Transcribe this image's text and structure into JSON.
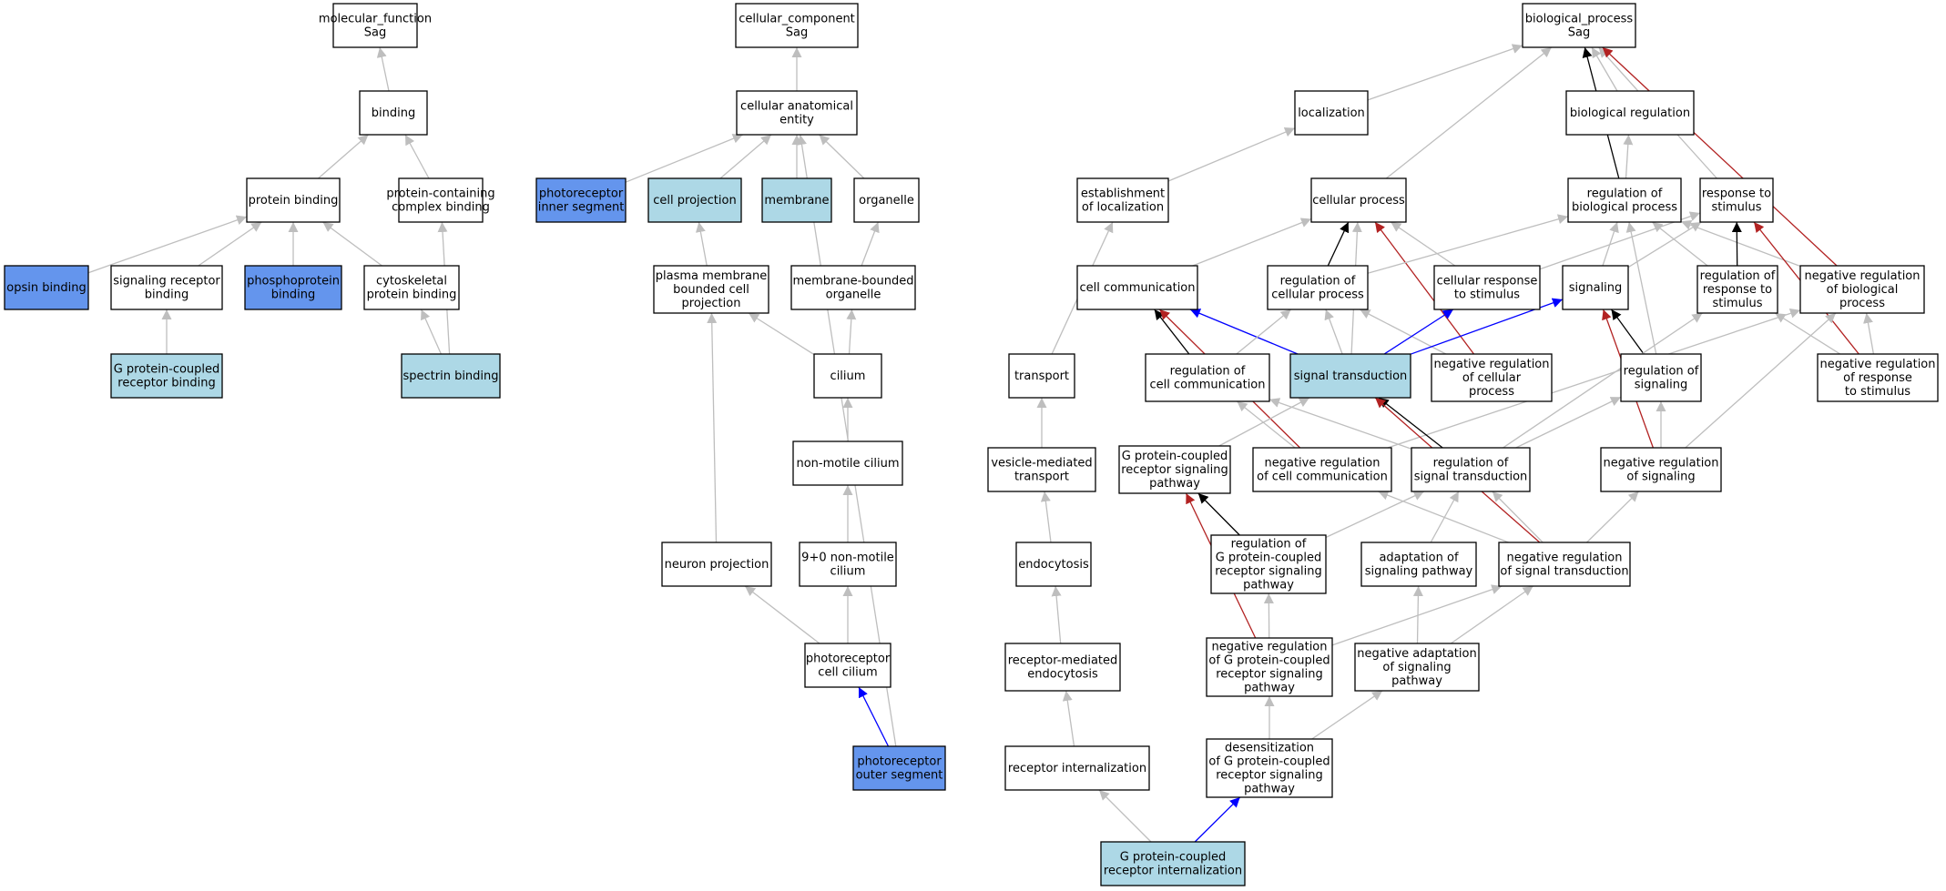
{
  "colors": {
    "plain": "#ffffff",
    "light": "#add8e6",
    "dark": "#6495ed",
    "edge_gray": "#bebebe",
    "edge_black": "#000000",
    "edge_blue": "#0000ff",
    "edge_red": "#b22222"
  },
  "nodes": [
    {
      "id": "molecular_function",
      "lines": [
        "molecular_function",
        "Sag"
      ],
      "fill": "plain"
    },
    {
      "id": "binding",
      "lines": [
        "binding"
      ],
      "fill": "plain"
    },
    {
      "id": "protein_binding",
      "lines": [
        "protein binding"
      ],
      "fill": "plain"
    },
    {
      "id": "protein_containing",
      "lines": [
        "protein-containing",
        "complex binding"
      ],
      "fill": "plain"
    },
    {
      "id": "opsin_binding",
      "lines": [
        "opsin binding"
      ],
      "fill": "dark"
    },
    {
      "id": "signaling_receptor_binding",
      "lines": [
        "signaling receptor",
        "binding"
      ],
      "fill": "plain"
    },
    {
      "id": "phosphoprotein_binding",
      "lines": [
        "phosphoprotein",
        "binding"
      ],
      "fill": "dark"
    },
    {
      "id": "cytoskeletal",
      "lines": [
        "cytoskeletal",
        "protein binding"
      ],
      "fill": "plain"
    },
    {
      "id": "gpcr_binding",
      "lines": [
        "G protein-coupled",
        "receptor binding"
      ],
      "fill": "light"
    },
    {
      "id": "spectrin_binding",
      "lines": [
        "spectrin binding"
      ],
      "fill": "light"
    },
    {
      "id": "cellular_component",
      "lines": [
        "cellular_component",
        "Sag"
      ],
      "fill": "plain"
    },
    {
      "id": "cellular_anatomical",
      "lines": [
        "cellular anatomical",
        "entity"
      ],
      "fill": "plain"
    },
    {
      "id": "photoreceptor_inner",
      "lines": [
        "photoreceptor",
        "inner segment"
      ],
      "fill": "dark"
    },
    {
      "id": "cell_projection",
      "lines": [
        "cell projection"
      ],
      "fill": "light"
    },
    {
      "id": "membrane",
      "lines": [
        "membrane"
      ],
      "fill": "light"
    },
    {
      "id": "organelle",
      "lines": [
        "organelle"
      ],
      "fill": "plain"
    },
    {
      "id": "plasma_membrane_proj",
      "lines": [
        "plasma membrane",
        "bounded cell",
        "projection"
      ],
      "fill": "plain"
    },
    {
      "id": "membrane_bounded",
      "lines": [
        "membrane-bounded",
        "organelle"
      ],
      "fill": "plain"
    },
    {
      "id": "cilium",
      "lines": [
        "cilium"
      ],
      "fill": "plain"
    },
    {
      "id": "non_motile_cilium",
      "lines": [
        "non-motile cilium"
      ],
      "fill": "plain"
    },
    {
      "id": "neuron_projection",
      "lines": [
        "neuron projection"
      ],
      "fill": "plain"
    },
    {
      "id": "nine_zero_cilium",
      "lines": [
        "9+0 non-motile",
        "cilium"
      ],
      "fill": "plain"
    },
    {
      "id": "photoreceptor_cilium",
      "lines": [
        "photoreceptor",
        "cell cilium"
      ],
      "fill": "plain"
    },
    {
      "id": "photoreceptor_outer",
      "lines": [
        "photoreceptor",
        "outer segment"
      ],
      "fill": "dark"
    },
    {
      "id": "biological_process",
      "lines": [
        "biological_process",
        "Sag"
      ],
      "fill": "plain"
    },
    {
      "id": "localization",
      "lines": [
        "localization"
      ],
      "fill": "plain"
    },
    {
      "id": "biological_regulation",
      "lines": [
        "biological regulation"
      ],
      "fill": "plain"
    },
    {
      "id": "establishment_localization",
      "lines": [
        "establishment",
        "of localization"
      ],
      "fill": "plain"
    },
    {
      "id": "cellular_process",
      "lines": [
        "cellular process"
      ],
      "fill": "plain"
    },
    {
      "id": "regulation_biological_process",
      "lines": [
        "regulation of",
        "biological process"
      ],
      "fill": "plain"
    },
    {
      "id": "response_to_stimulus",
      "lines": [
        "response to",
        "stimulus"
      ],
      "fill": "plain"
    },
    {
      "id": "cell_communication",
      "lines": [
        "cell communication"
      ],
      "fill": "plain"
    },
    {
      "id": "regulation_cellular_process",
      "lines": [
        "regulation of",
        "cellular process"
      ],
      "fill": "plain"
    },
    {
      "id": "cellular_response_stimulus",
      "lines": [
        "cellular response",
        "to stimulus"
      ],
      "fill": "plain"
    },
    {
      "id": "signaling",
      "lines": [
        "signaling"
      ],
      "fill": "plain"
    },
    {
      "id": "regulation_response_stimulus",
      "lines": [
        "regulation of",
        "response to",
        "stimulus"
      ],
      "fill": "plain"
    },
    {
      "id": "neg_reg_biological_process",
      "lines": [
        "negative regulation",
        "of biological",
        "process"
      ],
      "fill": "plain"
    },
    {
      "id": "transport",
      "lines": [
        "transport"
      ],
      "fill": "plain"
    },
    {
      "id": "regulation_cell_communication",
      "lines": [
        "regulation of",
        "cell communication"
      ],
      "fill": "plain"
    },
    {
      "id": "signal_transduction",
      "lines": [
        "signal transduction"
      ],
      "fill": "light"
    },
    {
      "id": "neg_reg_cellular_process",
      "lines": [
        "negative regulation",
        "of cellular",
        "process"
      ],
      "fill": "plain"
    },
    {
      "id": "regulation_signaling",
      "lines": [
        "regulation of",
        "signaling"
      ],
      "fill": "plain"
    },
    {
      "id": "neg_reg_response_stimulus",
      "lines": [
        "negative regulation",
        "of response",
        "to stimulus"
      ],
      "fill": "plain"
    },
    {
      "id": "vesicle_mediated",
      "lines": [
        "vesicle-mediated",
        "transport"
      ],
      "fill": "plain"
    },
    {
      "id": "gpcr_pathway",
      "lines": [
        "G protein-coupled",
        "receptor signaling",
        "pathway"
      ],
      "fill": "plain"
    },
    {
      "id": "neg_reg_cell_communication",
      "lines": [
        "negative regulation",
        "of cell communication"
      ],
      "fill": "plain"
    },
    {
      "id": "regulation_signal_transduction",
      "lines": [
        "regulation of",
        "signal transduction"
      ],
      "fill": "plain"
    },
    {
      "id": "neg_reg_signaling",
      "lines": [
        "negative regulation",
        "of signaling"
      ],
      "fill": "plain"
    },
    {
      "id": "endocytosis",
      "lines": [
        "endocytosis"
      ],
      "fill": "plain"
    },
    {
      "id": "reg_gpcr_pathway",
      "lines": [
        "regulation of",
        "G protein-coupled",
        "receptor signaling",
        "pathway"
      ],
      "fill": "plain"
    },
    {
      "id": "adaptation_signaling",
      "lines": [
        "adaptation of",
        "signaling pathway"
      ],
      "fill": "plain"
    },
    {
      "id": "neg_reg_signal_transduction",
      "lines": [
        "negative regulation",
        "of signal transduction"
      ],
      "fill": "plain"
    },
    {
      "id": "receptor_mediated_endocytosis",
      "lines": [
        "receptor-mediated",
        "endocytosis"
      ],
      "fill": "plain"
    },
    {
      "id": "neg_reg_gpcr_pathway",
      "lines": [
        "negative regulation",
        "of G protein-coupled",
        "receptor signaling",
        "pathway"
      ],
      "fill": "plain"
    },
    {
      "id": "neg_adaptation_signaling",
      "lines": [
        "negative adaptation",
        "of signaling",
        "pathway"
      ],
      "fill": "plain"
    },
    {
      "id": "receptor_internalization",
      "lines": [
        "receptor internalization"
      ],
      "fill": "plain"
    },
    {
      "id": "desensitization_gpcr",
      "lines": [
        "desensitization",
        "of G protein-coupled",
        "receptor signaling",
        "pathway"
      ],
      "fill": "plain"
    },
    {
      "id": "gpcr_internalization",
      "lines": [
        "G protein-coupled",
        "receptor internalization"
      ],
      "fill": "light"
    }
  ],
  "edges": [
    {
      "from": "binding",
      "to": "molecular_function",
      "kind": "gray"
    },
    {
      "from": "protein_binding",
      "to": "binding",
      "kind": "gray"
    },
    {
      "from": "protein_containing",
      "to": "binding",
      "kind": "gray"
    },
    {
      "from": "opsin_binding",
      "to": "protein_binding",
      "kind": "gray"
    },
    {
      "from": "signaling_receptor_binding",
      "to": "protein_binding",
      "kind": "gray"
    },
    {
      "from": "phosphoprotein_binding",
      "to": "protein_binding",
      "kind": "gray"
    },
    {
      "from": "cytoskeletal",
      "to": "protein_binding",
      "kind": "gray"
    },
    {
      "from": "gpcr_binding",
      "to": "signaling_receptor_binding",
      "kind": "gray"
    },
    {
      "from": "spectrin_binding",
      "to": "cytoskeletal",
      "kind": "gray"
    },
    {
      "from": "spectrin_binding",
      "to": "protein_containing",
      "kind": "gray"
    },
    {
      "from": "cellular_anatomical",
      "to": "cellular_component",
      "kind": "gray"
    },
    {
      "from": "photoreceptor_inner",
      "to": "cellular_anatomical",
      "kind": "gray"
    },
    {
      "from": "cell_projection",
      "to": "cellular_anatomical",
      "kind": "gray"
    },
    {
      "from": "membrane",
      "to": "cellular_anatomical",
      "kind": "gray"
    },
    {
      "from": "organelle",
      "to": "cellular_anatomical",
      "kind": "gray"
    },
    {
      "from": "plasma_membrane_proj",
      "to": "cell_projection",
      "kind": "gray"
    },
    {
      "from": "membrane_bounded",
      "to": "organelle",
      "kind": "gray"
    },
    {
      "from": "cilium",
      "to": "plasma_membrane_proj",
      "kind": "gray"
    },
    {
      "from": "cilium",
      "to": "membrane_bounded",
      "kind": "gray"
    },
    {
      "from": "non_motile_cilium",
      "to": "cilium",
      "kind": "gray"
    },
    {
      "from": "nine_zero_cilium",
      "to": "non_motile_cilium",
      "kind": "gray"
    },
    {
      "from": "neuron_projection",
      "to": "plasma_membrane_proj",
      "kind": "gray"
    },
    {
      "from": "photoreceptor_cilium",
      "to": "nine_zero_cilium",
      "kind": "gray"
    },
    {
      "from": "photoreceptor_cilium",
      "to": "neuron_projection",
      "kind": "gray"
    },
    {
      "from": "photoreceptor_outer",
      "to": "photoreceptor_cilium",
      "kind": "blue"
    },
    {
      "from": "photoreceptor_outer",
      "to": "cellular_anatomical",
      "kind": "gray"
    },
    {
      "from": "localization",
      "to": "biological_process",
      "kind": "gray"
    },
    {
      "from": "biological_regulation",
      "to": "biological_process",
      "kind": "gray"
    },
    {
      "from": "cellular_process",
      "to": "biological_process",
      "kind": "gray"
    },
    {
      "from": "regulation_biological_process",
      "to": "biological_process",
      "kind": "black"
    },
    {
      "from": "response_to_stimulus",
      "to": "biological_process",
      "kind": "gray"
    },
    {
      "from": "neg_reg_biological_process",
      "to": "biological_process",
      "kind": "red"
    },
    {
      "from": "establishment_localization",
      "to": "localization",
      "kind": "gray"
    },
    {
      "from": "regulation_biological_process",
      "to": "biological_regulation",
      "kind": "gray"
    },
    {
      "from": "transport",
      "to": "establishment_localization",
      "kind": "gray"
    },
    {
      "from": "cell_communication",
      "to": "cellular_process",
      "kind": "gray"
    },
    {
      "from": "regulation_cellular_process",
      "to": "cellular_process",
      "kind": "black"
    },
    {
      "from": "cellular_response_stimulus",
      "to": "cellular_process",
      "kind": "gray"
    },
    {
      "from": "neg_reg_cellular_process",
      "to": "cellular_process",
      "kind": "red"
    },
    {
      "from": "signal_transduction",
      "to": "cellular_process",
      "kind": "gray"
    },
    {
      "from": "regulation_cellular_process",
      "to": "regulation_biological_process",
      "kind": "gray"
    },
    {
      "from": "signaling",
      "to": "regulation_biological_process",
      "kind": "gray"
    },
    {
      "from": "regulation_response_stimulus",
      "to": "regulation_biological_process",
      "kind": "gray"
    },
    {
      "from": "neg_reg_biological_process",
      "to": "regulation_biological_process",
      "kind": "gray"
    },
    {
      "from": "regulation_signaling",
      "to": "regulation_biological_process",
      "kind": "gray"
    },
    {
      "from": "cellular_response_stimulus",
      "to": "response_to_stimulus",
      "kind": "gray"
    },
    {
      "from": "regulation_response_stimulus",
      "to": "response_to_stimulus",
      "kind": "black"
    },
    {
      "from": "neg_reg_response_stimulus",
      "to": "response_to_stimulus",
      "kind": "red"
    },
    {
      "from": "signaling",
      "to": "response_to_stimulus",
      "kind": "gray"
    },
    {
      "from": "regulation_cell_communication",
      "to": "cell_communication",
      "kind": "black"
    },
    {
      "from": "signal_transduction",
      "to": "cell_communication",
      "kind": "blue"
    },
    {
      "from": "neg_reg_cell_communication",
      "to": "cell_communication",
      "kind": "red"
    },
    {
      "from": "signal_transduction",
      "to": "regulation_cellular_process",
      "kind": "gray"
    },
    {
      "from": "neg_reg_cellular_process",
      "to": "regulation_cellular_process",
      "kind": "gray"
    },
    {
      "from": "regulation_cell_communication",
      "to": "regulation_cellular_process",
      "kind": "gray"
    },
    {
      "from": "signal_transduction",
      "to": "cellular_response_stimulus",
      "kind": "blue"
    },
    {
      "from": "signal_transduction",
      "to": "signaling",
      "kind": "blue"
    },
    {
      "from": "regulation_signaling",
      "to": "signaling",
      "kind": "black"
    },
    {
      "from": "neg_reg_signaling",
      "to": "signaling",
      "kind": "red"
    },
    {
      "from": "regulation_signal_transduction",
      "to": "regulation_response_stimulus",
      "kind": "gray"
    },
    {
      "from": "neg_reg_response_stimulus",
      "to": "regulation_response_stimulus",
      "kind": "gray"
    },
    {
      "from": "neg_reg_cell_communication",
      "to": "neg_reg_biological_process",
      "kind": "gray"
    },
    {
      "from": "neg_reg_response_stimulus",
      "to": "neg_reg_biological_process",
      "kind": "gray"
    },
    {
      "from": "neg_reg_signaling",
      "to": "neg_reg_biological_process",
      "kind": "gray"
    },
    {
      "from": "vesicle_mediated",
      "to": "transport",
      "kind": "gray"
    },
    {
      "from": "neg_reg_cell_communication",
      "to": "regulation_cell_communication",
      "kind": "gray"
    },
    {
      "from": "regulation_signal_transduction",
      "to": "regulation_cell_communication",
      "kind": "gray"
    },
    {
      "from": "gpcr_pathway",
      "to": "signal_transduction",
      "kind": "gray"
    },
    {
      "from": "regulation_signal_transduction",
      "to": "signal_transduction",
      "kind": "black"
    },
    {
      "from": "neg_reg_signal_transduction",
      "to": "signal_transduction",
      "kind": "red"
    },
    {
      "from": "regulation_signal_transduction",
      "to": "regulation_signaling",
      "kind": "gray"
    },
    {
      "from": "neg_reg_signaling",
      "to": "regulation_signaling",
      "kind": "gray"
    },
    {
      "from": "endocytosis",
      "to": "vesicle_mediated",
      "kind": "gray"
    },
    {
      "from": "reg_gpcr_pathway",
      "to": "gpcr_pathway",
      "kind": "black"
    },
    {
      "from": "neg_reg_gpcr_pathway",
      "to": "gpcr_pathway",
      "kind": "red"
    },
    {
      "from": "neg_reg_signal_transduction",
      "to": "neg_reg_cell_communication",
      "kind": "gray"
    },
    {
      "from": "reg_gpcr_pathway",
      "to": "regulation_signal_transduction",
      "kind": "gray"
    },
    {
      "from": "adaptation_signaling",
      "to": "regulation_signal_transduction",
      "kind": "gray"
    },
    {
      "from": "neg_reg_signal_transduction",
      "to": "regulation_signal_transduction",
      "kind": "gray"
    },
    {
      "from": "neg_reg_signal_transduction",
      "to": "neg_reg_signaling",
      "kind": "gray"
    },
    {
      "from": "receptor_mediated_endocytosis",
      "to": "endocytosis",
      "kind": "gray"
    },
    {
      "from": "neg_reg_gpcr_pathway",
      "to": "reg_gpcr_pathway",
      "kind": "gray"
    },
    {
      "from": "neg_adaptation_signaling",
      "to": "adaptation_signaling",
      "kind": "gray"
    },
    {
      "from": "neg_reg_gpcr_pathway",
      "to": "neg_reg_signal_transduction",
      "kind": "gray"
    },
    {
      "from": "neg_adaptation_signaling",
      "to": "neg_reg_signal_transduction",
      "kind": "gray"
    },
    {
      "from": "receptor_internalization",
      "to": "receptor_mediated_endocytosis",
      "kind": "gray"
    },
    {
      "from": "desensitization_gpcr",
      "to": "neg_reg_gpcr_pathway",
      "kind": "gray"
    },
    {
      "from": "desensitization_gpcr",
      "to": "neg_adaptation_signaling",
      "kind": "gray"
    },
    {
      "from": "gpcr_internalization",
      "to": "receptor_internalization",
      "kind": "gray"
    },
    {
      "from": "gpcr_internalization",
      "to": "desensitization_gpcr",
      "kind": "blue"
    }
  ]
}
